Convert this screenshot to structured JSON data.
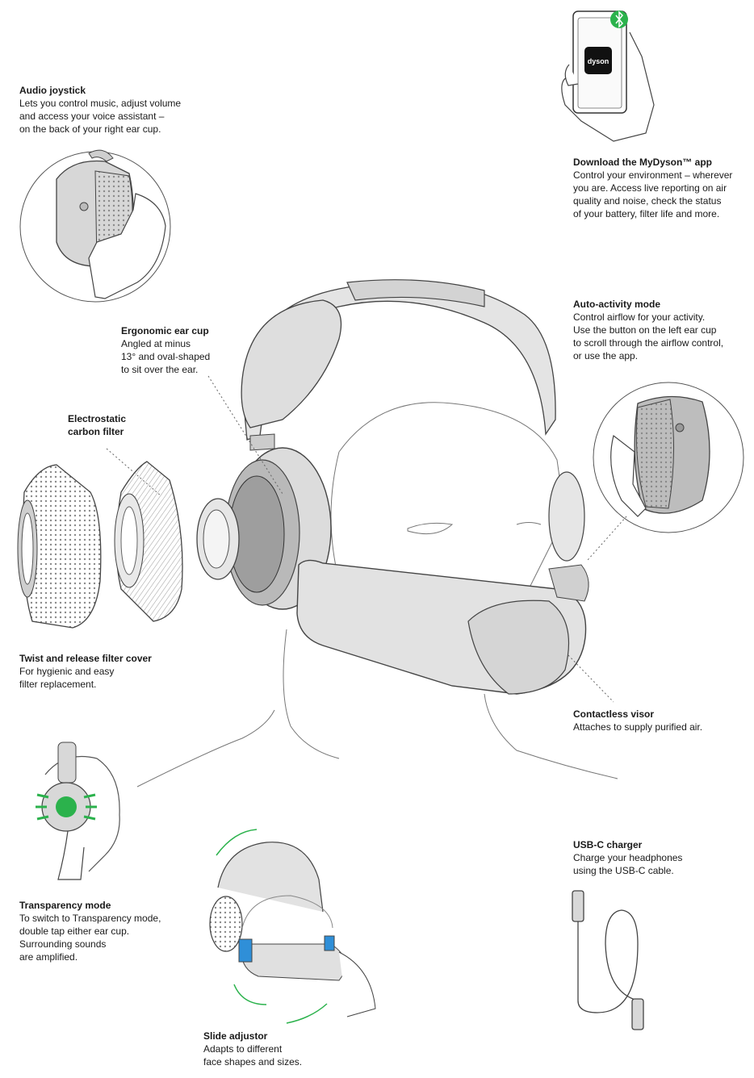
{
  "callouts": {
    "audio_joystick": {
      "title": "Audio joystick",
      "desc": "Lets you control music, adjust volume\nand access your voice assistant –\non the back of your right ear cup."
    },
    "mydyson_app": {
      "title": "Download the MyDyson™ app",
      "desc": "Control your environment – wherever\nyou are. Access live reporting on air\nquality and noise, check the status\nof your battery, filter life and more."
    },
    "ergonomic_ear_cup": {
      "title": "Ergonomic ear cup",
      "desc": "Angled at minus\n13° and oval-shaped\nto sit over the ear."
    },
    "auto_activity": {
      "title": "Auto-activity mode",
      "desc": "Control airflow for your activity.\nUse the button on the left ear cup\nto scroll through the airflow control,\nor use the app."
    },
    "carbon_filter": {
      "title": "Electrostatic\ncarbon filter",
      "desc": ""
    },
    "twist_release": {
      "title": "Twist and release filter cover",
      "desc": "For hygienic and easy\nfilter replacement."
    },
    "contactless_visor": {
      "title": "Contactless visor",
      "desc": "Attaches to supply purified air."
    },
    "transparency": {
      "title": "Transparency mode",
      "desc": "To switch to Transparency mode,\ndouble tap either ear cup.\nSurrounding sounds\nare amplified."
    },
    "usbc": {
      "title": "USB-C charger",
      "desc": "Charge your headphones\nusing the USB-C cable."
    },
    "slide_adjustor": {
      "title": "Slide adjustor",
      "desc": "Adapts to different\nface shapes and sizes."
    }
  },
  "phone": {
    "logo": "dyson",
    "icon": "bluetooth-icon"
  },
  "colors": {
    "accent_green": "#2bb24c",
    "accent_blue": "#2f8fd8",
    "line": "#555555",
    "fill": "#e6e6e6"
  }
}
